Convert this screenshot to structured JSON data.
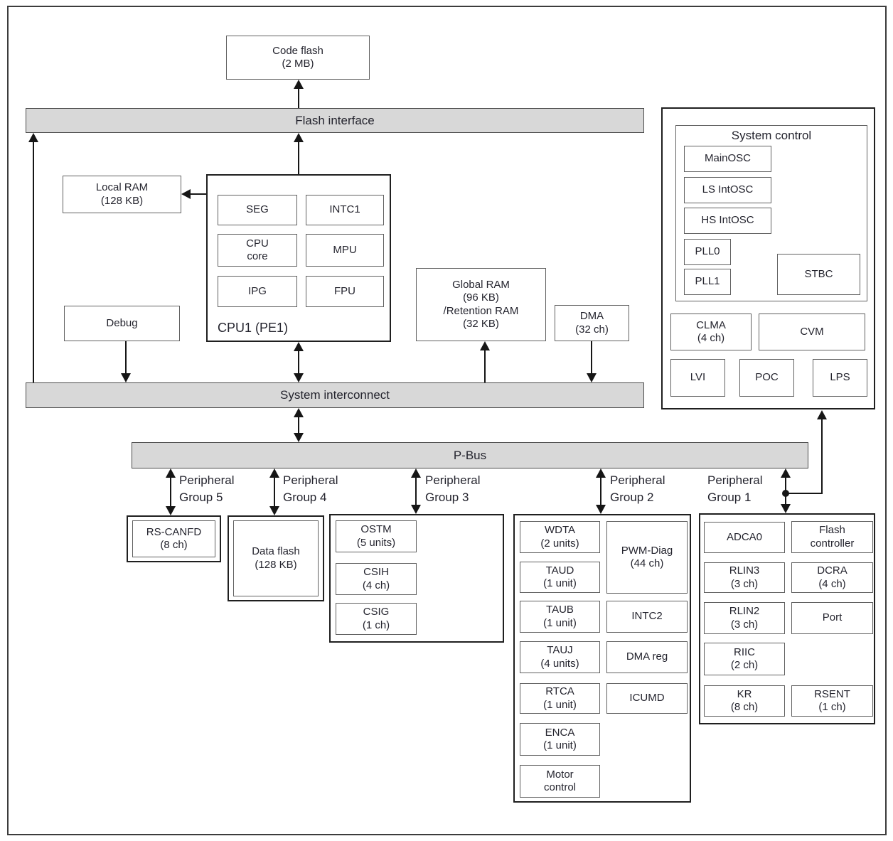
{
  "buses": {
    "flash_interface": "Flash interface",
    "system_interconnect": "System interconnect",
    "p_bus": "P-Bus"
  },
  "blocks": {
    "code_flash": "Code flash\n(2 MB)",
    "local_ram": "Local RAM\n(128 KB)",
    "debug": "Debug",
    "global_ram": "Global RAM\n(96 KB)\n/Retention RAM\n(32 KB)",
    "dma": "DMA\n(32 ch)"
  },
  "cpu": {
    "label": "CPU1 (PE1)",
    "units": [
      "SEG",
      "INTC1",
      "CPU\ncore",
      "MPU",
      "IPG",
      "FPU"
    ]
  },
  "system_control": {
    "title": "System control",
    "items": [
      "MainOSC",
      "LS IntOSC",
      "HS IntOSC",
      "PLL0",
      "PLL1",
      "STBC",
      "CLMA\n(4 ch)",
      "CVM",
      "LVI",
      "POC",
      "LPS"
    ]
  },
  "peripheral_groups": {
    "group5": {
      "label": "Peripheral\nGroup 5",
      "items": [
        "RS-CANFD\n(8 ch)"
      ]
    },
    "group4": {
      "label": "Peripheral\nGroup 4",
      "items": [
        "Data flash\n(128 KB)"
      ]
    },
    "group3": {
      "label": "Peripheral\nGroup 3",
      "items": [
        "OSTM\n(5 units)",
        "CSIH\n(4 ch)",
        "CSIG\n(1 ch)"
      ]
    },
    "group2": {
      "label": "Peripheral\nGroup 2",
      "left": [
        "WDTA\n(2 units)",
        "TAUD\n(1 unit)",
        "TAUB\n(1 unit)",
        "TAUJ\n(4 units)",
        "RTCA\n(1 unit)",
        "ENCA\n(1 unit)",
        "Motor\ncontrol"
      ],
      "right": [
        "PWM-Diag\n(44 ch)",
        "INTC2",
        "DMA reg",
        "ICUMD"
      ]
    },
    "group1": {
      "label": "Peripheral\nGroup 1",
      "left": [
        "ADCA0",
        "RLIN3\n(3 ch)",
        "RLIN2\n(3 ch)",
        "RIIC\n(2 ch)",
        "KR\n(8 ch)"
      ],
      "right": [
        "Flash\ncontroller",
        "DCRA\n(4 ch)",
        "Port",
        "RSENT\n(1 ch)"
      ]
    }
  },
  "colors": {
    "bus_fill": "#d8d8d8",
    "line": "#161616",
    "text": "#24242e",
    "box_border": "#606060"
  }
}
